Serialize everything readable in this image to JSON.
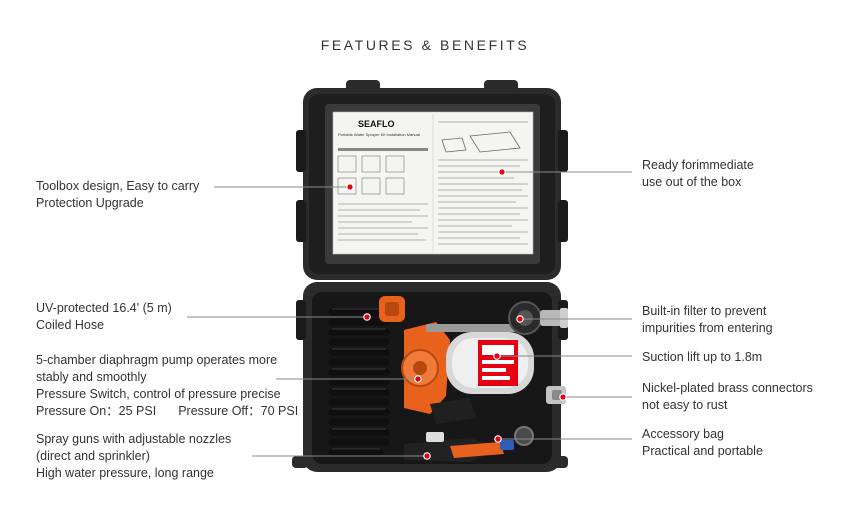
{
  "title": "FEATURES & BENEFITS",
  "manual": {
    "brand": "SEAFLO",
    "heading": "Portable Water Sprayer Kit Installation Manual"
  },
  "left_callouts": {
    "toolbox": [
      "Toolbox design, Easy to carry",
      "Protection Upgrade"
    ],
    "hose": [
      "UV-protected 16.4' (5 m)",
      "Coiled Hose"
    ],
    "pump": {
      "lines": [
        "5-chamber diaphragm pump operates more",
        "stably and smoothly",
        "Pressure Switch, control of pressure precise"
      ],
      "pressure_on": "Pressure On：25 PSI",
      "pressure_off": "Pressure Off：70 PSI"
    },
    "spray": [
      "Spray guns with adjustable nozzles",
      "(direct and sprinkler)",
      "High water pressure, long range"
    ]
  },
  "right_callouts": {
    "ready": [
      "Ready forimmediate",
      "use out of the box"
    ],
    "filter": [
      "Built-in filter to prevent",
      "impurities from entering"
    ],
    "suction": [
      "Suction lift up to 1.8m"
    ],
    "brass": [
      "Nickel-plated brass connectors",
      "not easy to rust"
    ],
    "bag": [
      "Accessory bag",
      "Practical and portable"
    ]
  },
  "colors": {
    "case": "#2b2b2b",
    "case_dark": "#1a1a1a",
    "accent": "#e8621e",
    "marker": "#e60012",
    "leader": "#8a8a8a"
  }
}
